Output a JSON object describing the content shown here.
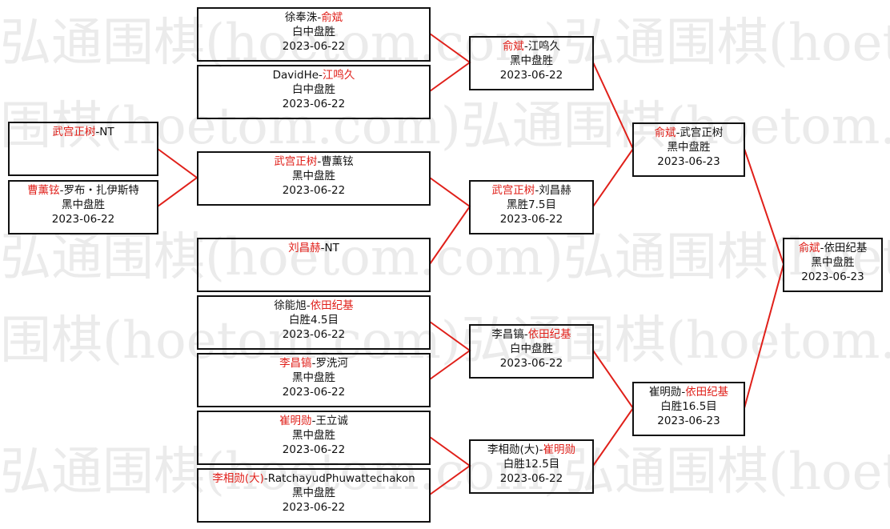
{
  "watermark": {
    "line_a": "弘通围棋(hoetom.com)弘通围棋(hoetom.com)",
    "line_b": "围棋(hoetom.com)弘通围棋(hoetom.com)弘通"
  },
  "colors": {
    "winner": "#e0201a",
    "text": "#111111",
    "connector": "#e0201a",
    "border": "#111111"
  },
  "rounds": {
    "r1": [
      {
        "id": "r1-1",
        "black_name": "武宫正树",
        "black_win": true,
        "white_name": "NT",
        "white_win": false,
        "result": "",
        "date": ""
      },
      {
        "id": "r1-2",
        "black_name": "曹薰铉",
        "black_win": true,
        "white_name": "罗布・扎伊斯特",
        "white_win": false,
        "result": "黑中盘胜",
        "date": "2023-06-22"
      }
    ],
    "r2": [
      {
        "id": "r2-1",
        "black_name": "徐奉洙",
        "black_win": false,
        "white_name": "俞斌",
        "white_win": true,
        "result": "白中盘胜",
        "date": "2023-06-22"
      },
      {
        "id": "r2-2",
        "black_name": "DavidHe",
        "black_win": false,
        "white_name": "江鸣久",
        "white_win": true,
        "result": "白中盘胜",
        "date": "2023-06-22"
      },
      {
        "id": "r2-3",
        "black_name": "武宫正树",
        "black_win": true,
        "white_name": "曹薰铉",
        "white_win": false,
        "result": "黑中盘胜",
        "date": "2023-06-22"
      },
      {
        "id": "r2-4",
        "black_name": "刘昌赫",
        "black_win": true,
        "white_name": "NT",
        "white_win": false,
        "result": "",
        "date": ""
      },
      {
        "id": "r2-5",
        "black_name": "徐能旭",
        "black_win": false,
        "white_name": "依田纪基",
        "white_win": true,
        "result": "白胜4.5目",
        "date": "2023-06-22"
      },
      {
        "id": "r2-6",
        "black_name": "李昌镐",
        "black_win": true,
        "white_name": "罗洗河",
        "white_win": false,
        "result": "黑中盘胜",
        "date": "2023-06-22"
      },
      {
        "id": "r2-7",
        "black_name": "崔明勋",
        "black_win": true,
        "white_name": "王立诚",
        "white_win": false,
        "result": "黑中盘胜",
        "date": "2023-06-22"
      },
      {
        "id": "r2-8",
        "black_name": "李相勋(大)",
        "black_win": true,
        "white_name": "RatchayudPhuwattechakon",
        "white_win": false,
        "result": "黑中盘胜",
        "date": "2023-06-22"
      }
    ],
    "r3": [
      {
        "id": "r3-1",
        "black_name": "俞斌",
        "black_win": true,
        "white_name": "江鸣久",
        "white_win": false,
        "result": "黑中盘胜",
        "date": "2023-06-22"
      },
      {
        "id": "r3-2",
        "black_name": "武宫正树",
        "black_win": true,
        "white_name": "刘昌赫",
        "white_win": false,
        "result": "黑胜7.5目",
        "date": "2023-06-22"
      },
      {
        "id": "r3-3",
        "black_name": "李昌镐",
        "black_win": false,
        "white_name": "依田纪基",
        "white_win": true,
        "result": "白中盘胜",
        "date": "2023-06-22"
      },
      {
        "id": "r3-4",
        "black_name": "李相勋(大)",
        "black_win": false,
        "white_name": "崔明勋",
        "white_win": true,
        "result": "白胜12.5目",
        "date": "2023-06-22"
      }
    ],
    "r4": [
      {
        "id": "r4-1",
        "black_name": "俞斌",
        "black_win": true,
        "white_name": "武宫正树",
        "white_win": false,
        "result": "黑中盘胜",
        "date": "2023-06-23"
      },
      {
        "id": "r4-2",
        "black_name": "崔明勋",
        "black_win": false,
        "white_name": "依田纪基",
        "white_win": true,
        "result": "白胜16.5目",
        "date": "2023-06-23"
      }
    ],
    "r5": [
      {
        "id": "r5-1",
        "black_name": "俞斌",
        "black_win": true,
        "white_name": "依田纪基",
        "white_win": false,
        "result": "黑中盘胜",
        "date": "2023-06-23"
      }
    ]
  }
}
